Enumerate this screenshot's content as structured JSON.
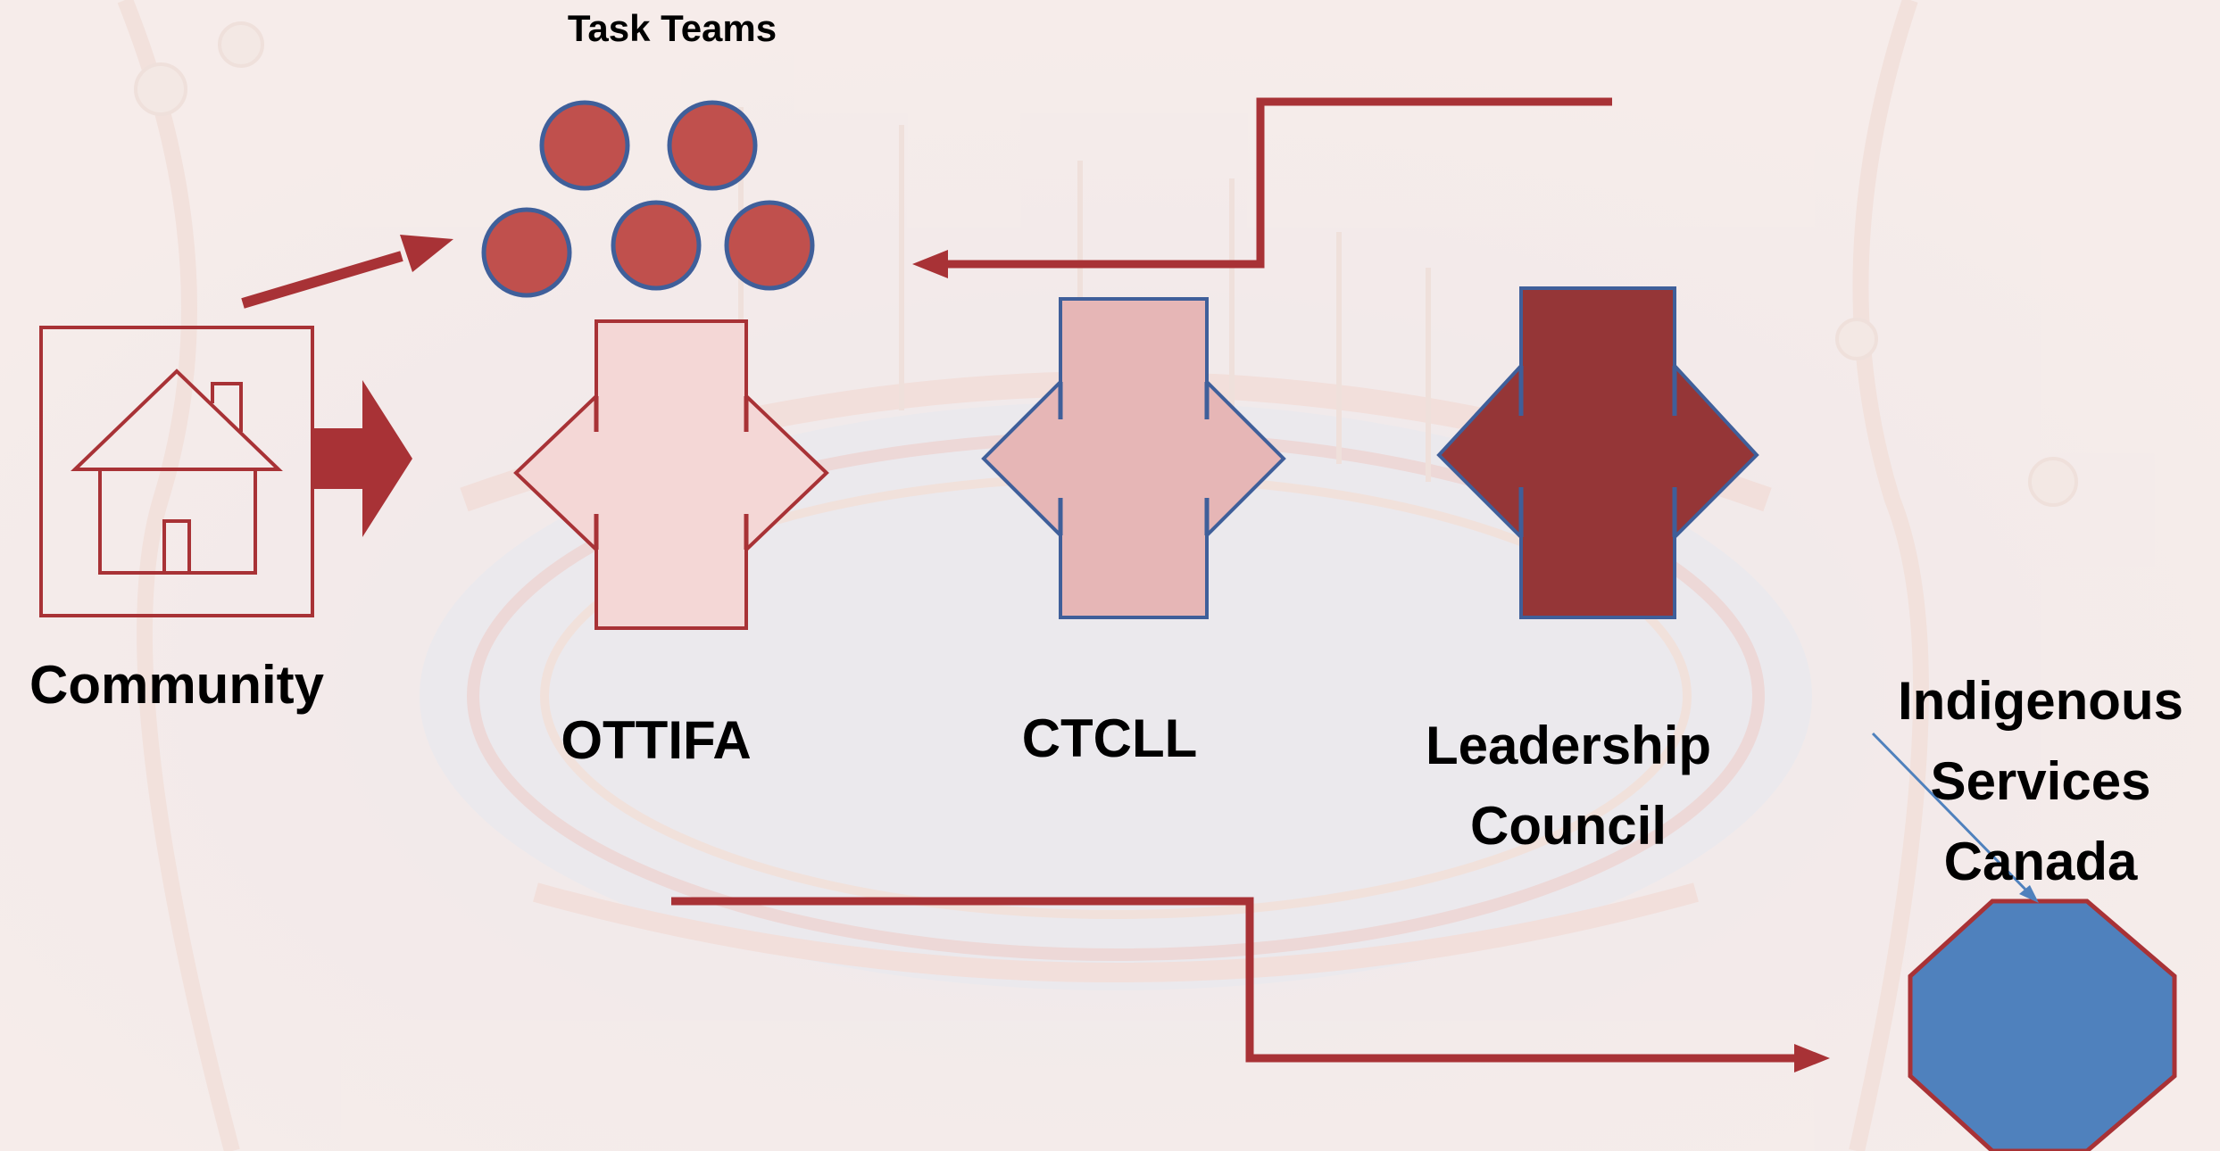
{
  "diagram": {
    "task_teams_label": "Task Teams",
    "nodes": {
      "community": "Community",
      "ottifa": "OTTIFA",
      "ctcll": "CTCLL",
      "leadership_line1": "Leadership",
      "leadership_line2": "Council",
      "isc_line1": "Indigenous",
      "isc_line2": "Services",
      "isc_line3": "Canada"
    },
    "icons": [
      "house-icon",
      "octagon-icon",
      "double-arrow-icon"
    ],
    "colors": {
      "dark_red": "#a83236",
      "team_red": "#c0504d",
      "team_outline": "#3f5f9a",
      "ottifa_fill": "#f4d7d6",
      "ctcll_fill": "#e6b6b6",
      "leadership_fill": "#953637",
      "isc_fill": "#4f81bd",
      "background": "#f6ecea"
    }
  }
}
